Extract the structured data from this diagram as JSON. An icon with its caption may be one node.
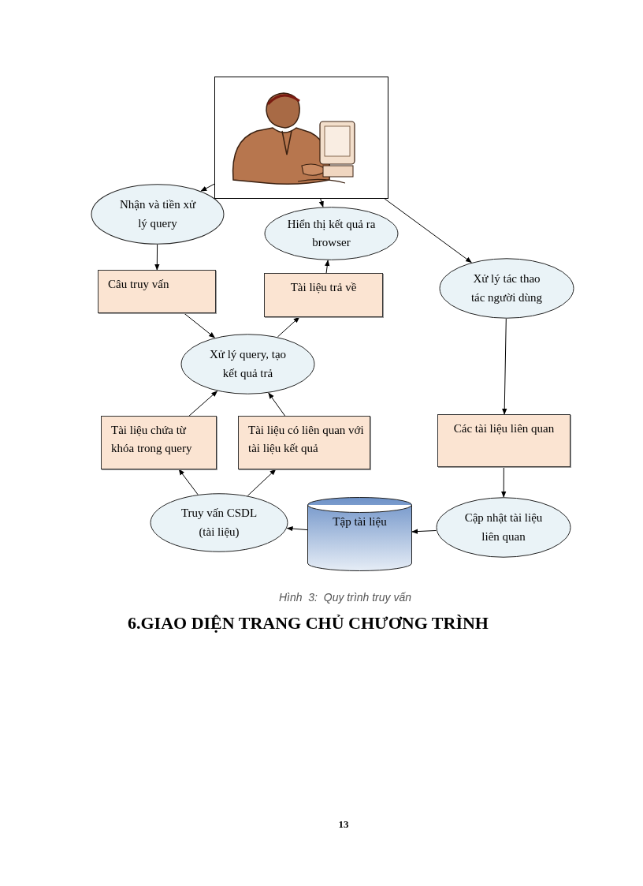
{
  "diagram": {
    "caption": "Hình  3:  Quy trình truy vấn",
    "nodes": [
      {
        "text": [],
        "shape": "picture"
      },
      {
        "text": [
          "Nhận và tiền xử lý query"
        ]
      },
      {
        "text": [
          "Hiển thị kết quả ra browser"
        ]
      },
      {
        "text": [
          "Câu truy vấn"
        ]
      },
      {
        "text": [
          "Tài liệu trả về"
        ]
      },
      {
        "text": [
          "Xử lý tác thao tác người dùng"
        ]
      },
      {
        "text": [
          "Xử lý query, tạo kết quả trả"
        ]
      },
      {
        "text": [
          "Tài liệu chứa từ khóa trong query"
        ]
      },
      {
        "text": [
          "Tài liệu có liên quan với tài liệu kết quả"
        ]
      },
      {
        "text": [
          "Các tài liệu liên quan"
        ]
      },
      {
        "text": [
          "Truy vấn CSDL (tài liệu)"
        ]
      },
      {
        "text": [
          "Tập tài liệu"
        ]
      },
      {
        "text": [
          "Cập nhật tài liệu liên quan"
        ]
      }
    ],
    "edges": [
      {
        "from": 0,
        "to": 1,
        "arrow": "to"
      },
      {
        "from": 0,
        "to": 2,
        "arrow": "to"
      },
      {
        "from": 0,
        "to": 5,
        "arrow": "to"
      },
      {
        "from": 1,
        "to": 3,
        "arrow": "to"
      },
      {
        "from": 3,
        "to": 6,
        "arrow": "to"
      },
      {
        "from": 6,
        "to": 4,
        "arrow": "to"
      },
      {
        "from": 4,
        "to": 2,
        "arrow": "to"
      },
      {
        "from": 7,
        "to": 6,
        "arrow": "to"
      },
      {
        "from": 8,
        "to": 6,
        "arrow": "to"
      },
      {
        "from": 10,
        "to": 7,
        "arrow": "to"
      },
      {
        "from": 10,
        "to": 8,
        "arrow": "to"
      },
      {
        "from": 11,
        "to": 10,
        "arrow": "to"
      },
      {
        "from": 12,
        "to": 11,
        "arrow": "to"
      },
      {
        "from": 5,
        "to": 9,
        "arrow": "to"
      },
      {
        "from": 9,
        "to": 12,
        "arrow": "to"
      }
    ],
    "labels": [
      "6.GIAO DIỆN TRANG CHỦ CHƯƠNG TRÌNH",
      "13"
    ]
  }
}
